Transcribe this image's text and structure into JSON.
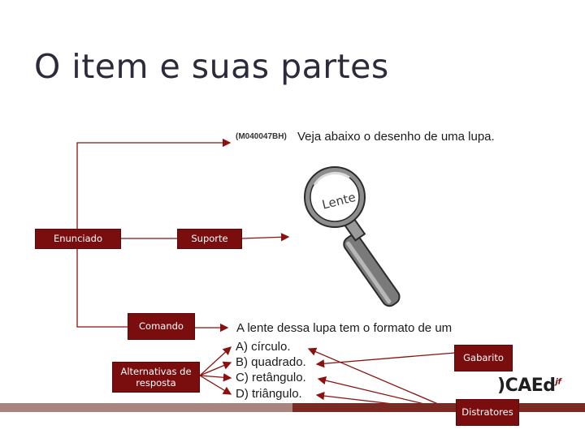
{
  "title": "O item e suas partes",
  "labels": {
    "enunciado": "Enunciado",
    "suporte": "Suporte",
    "comando": "Comando",
    "alternativas": "Alternativas de resposta",
    "gabarito": "Gabarito",
    "distratores": "Distratores"
  },
  "item": {
    "code": "(M040047BH)",
    "enunciado": "Veja abaixo o desenho de uma lupa.",
    "image_label": "Lente",
    "comando": "A lente dessa lupa tem o formato de um",
    "alternatives": [
      "A) círculo.",
      "B) quadrado.",
      "C) retângulo.",
      "D) triângulo."
    ]
  },
  "logo": "CAEd",
  "colors": {
    "accent": "#7a0e0e",
    "arrow": "#8b1010",
    "footer": "#7a2a22"
  }
}
